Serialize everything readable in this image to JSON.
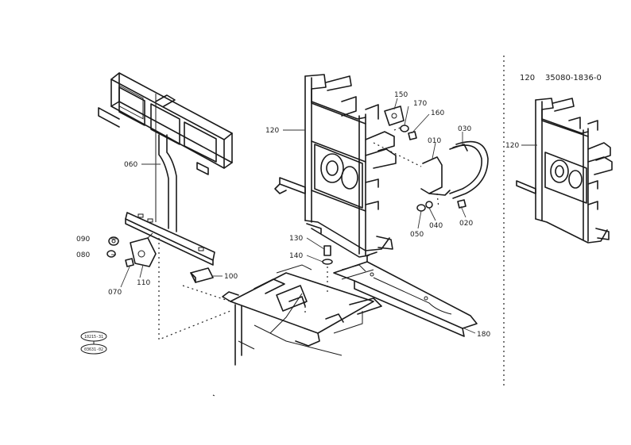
{
  "header": {
    "part_ref": "120",
    "part_number": "35080-1836-0"
  },
  "callouts": {
    "c010": "010",
    "c020": "020",
    "c030": "030",
    "c040": "040",
    "c050": "050",
    "c060": "060",
    "c070": "070",
    "c080": "080",
    "c090": "090",
    "c100": "100",
    "c110": "110",
    "c120": "120",
    "c130": "130",
    "c140": "140",
    "c150": "150",
    "c160": "160",
    "c170": "170",
    "c180": "180",
    "c120_detail": "120"
  },
  "stamps": {
    "s1": "10215-31",
    "s2": "03631-02"
  }
}
